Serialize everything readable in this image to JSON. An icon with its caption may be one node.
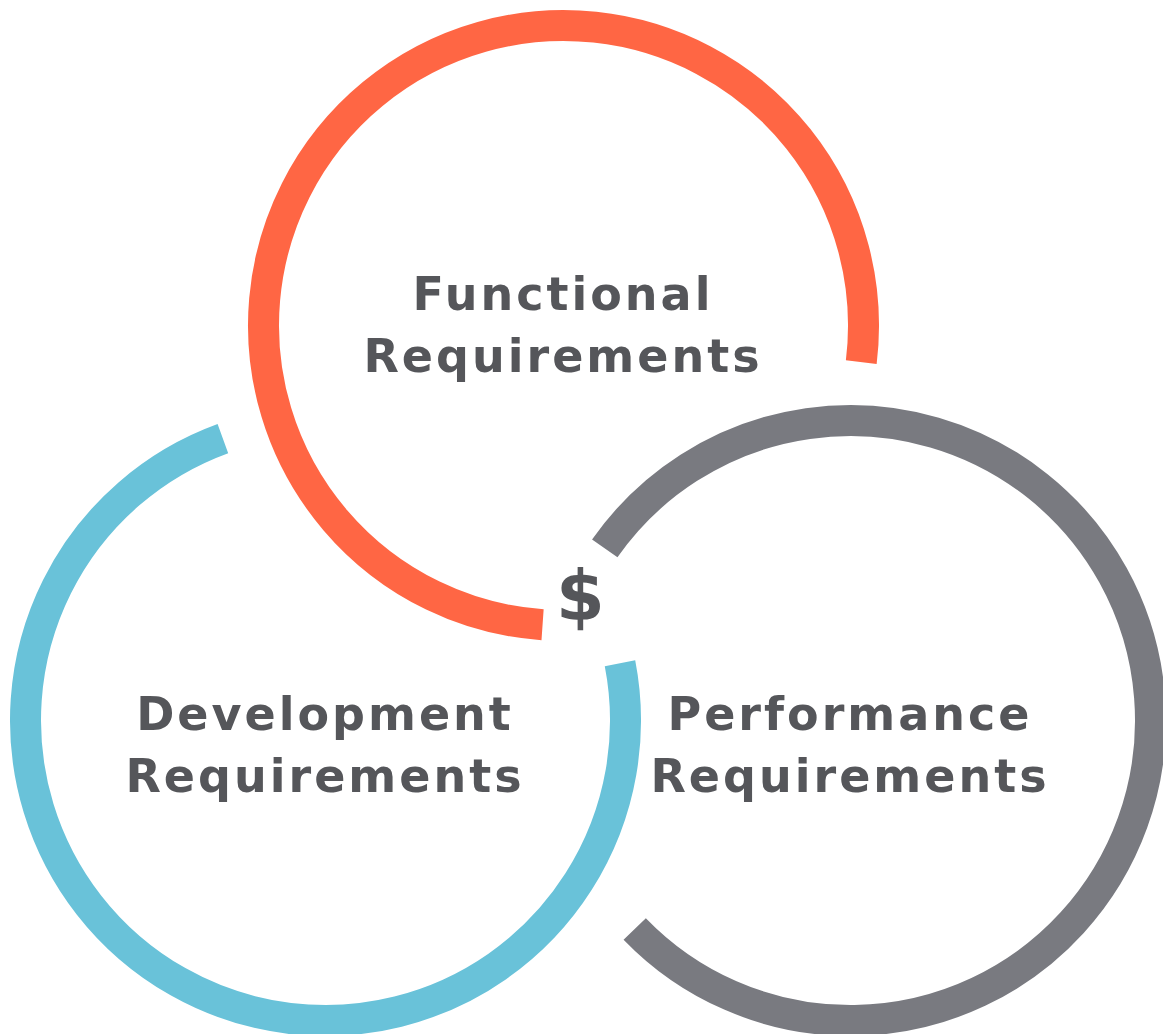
{
  "diagram": {
    "nodes": [
      {
        "text": [
          "Functional Requirements"
        ]
      },
      {
        "text": [
          "Development Requirements"
        ]
      },
      {
        "text": [
          "Performance Requirements"
        ]
      }
    ],
    "labels": [
      "$"
    ]
  }
}
